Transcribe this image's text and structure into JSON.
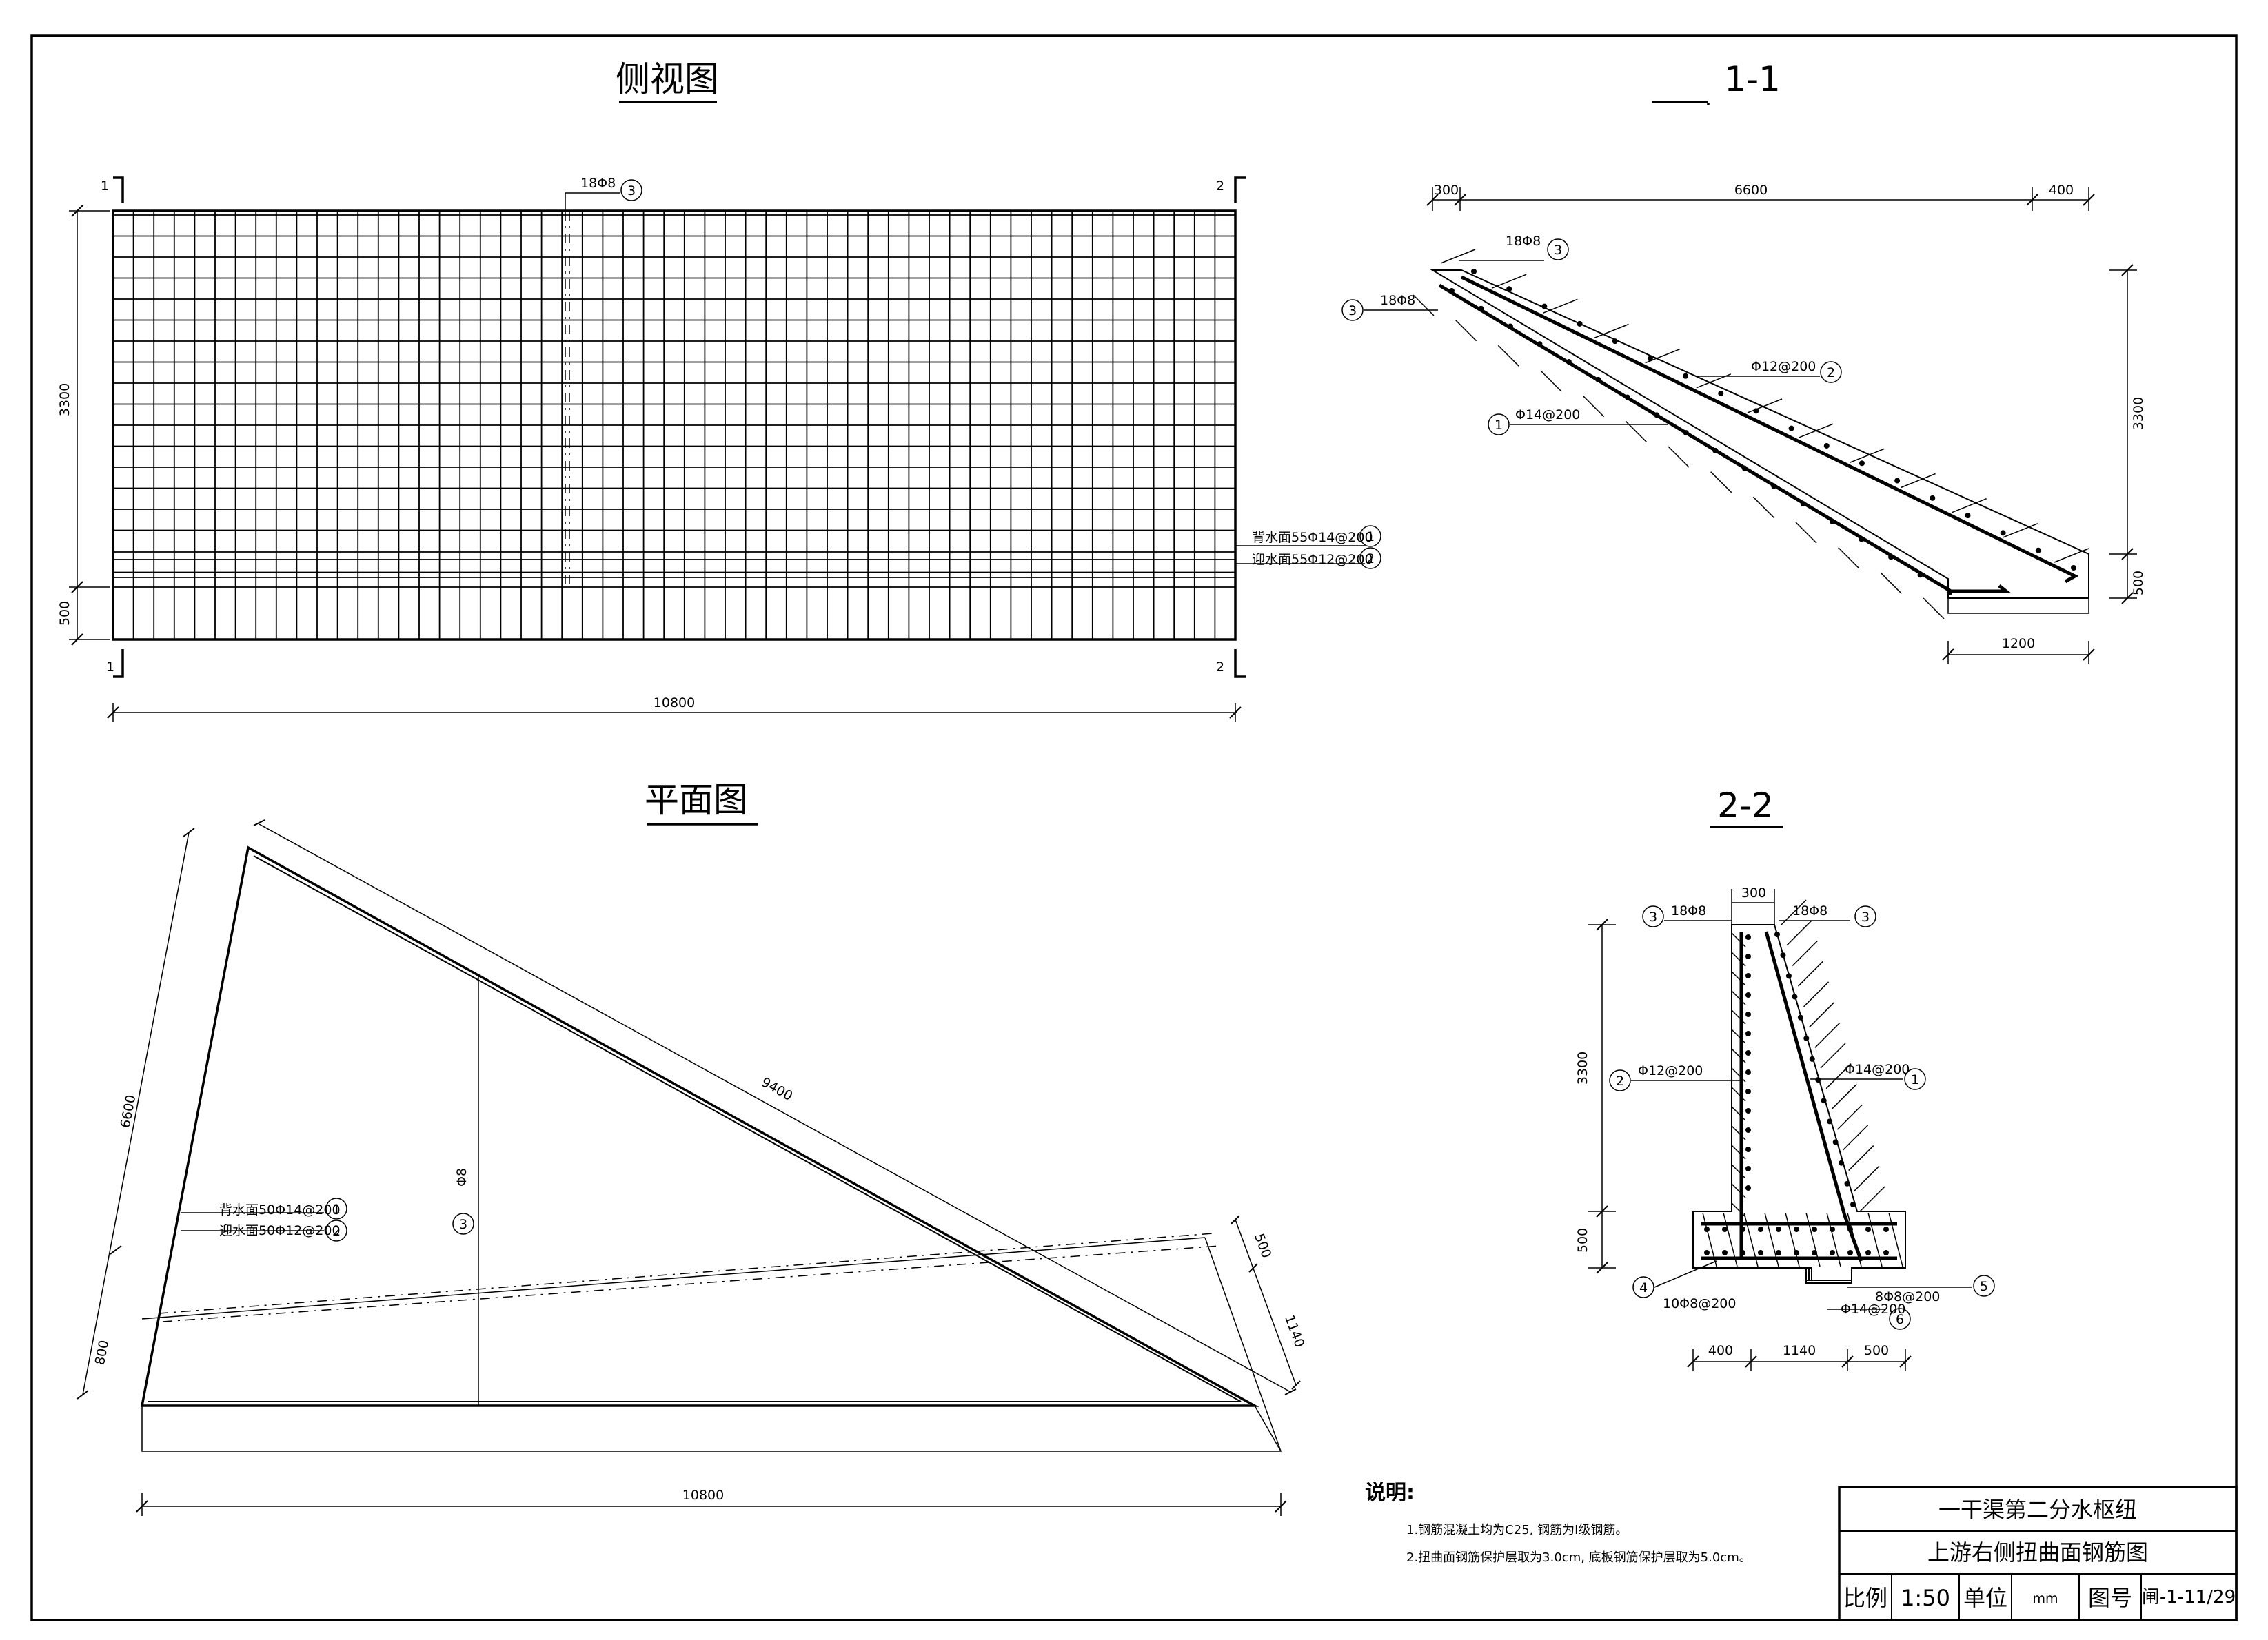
{
  "views": {
    "side_title": "侧视图",
    "section11_title": "1-1",
    "plan_title": "平面图",
    "section22_title": "2-2"
  },
  "side_view": {
    "marker_1_top": "1",
    "marker_2_top": "2",
    "marker_1_bottom": "1",
    "marker_2_bottom": "2",
    "rebar3_label": "18Φ8",
    "rebar3_num": "3",
    "height_upper": "3300",
    "height_lower": "500",
    "width": "10800",
    "label_back": "背水面55Φ14@200",
    "label_back_num": "1",
    "label_front": "迎水面55Φ12@200",
    "label_front_num": "2"
  },
  "section_11": {
    "dim_left": "300",
    "dim_mid": "6600",
    "dim_right": "400",
    "dim_height": "3300",
    "dim_base": "500",
    "dim_bottom": "1200",
    "r3a_label": "18Φ8",
    "r3a_num": "3",
    "r3b_label": "18Φ8",
    "r3b_num": "3",
    "r2_label": "Φ12@200",
    "r2_num": "2",
    "r1_label": "Φ14@200",
    "r1_num": "1"
  },
  "plan_view": {
    "dim_left": "6600",
    "dim_left_lower": "800",
    "dim_hyp": "9400",
    "dim_right_upper": "500",
    "dim_right_lower": "1140",
    "width": "10800",
    "label_back": "背水面50Φ14@200",
    "label_back_num": "1",
    "label_front": "迎水面50Φ12@200",
    "label_front_num": "2",
    "vertical_bar_label": "Φ8",
    "vertical_bar_num": "3"
  },
  "section_22": {
    "dim_top": "300",
    "r3l_label": "18Φ8",
    "r3l_num": "3",
    "r3r_label": "18Φ8",
    "r3r_num": "3",
    "dim_height": "3300",
    "dim_base": "500",
    "r2_label": "Φ12@200",
    "r2_num": "2",
    "r1_label": "Φ14@200",
    "r1_num": "1",
    "r4_label": "10Φ8@200",
    "r4_num": "4",
    "r5_label": "8Φ8@200",
    "r5_num": "5",
    "r6_label": "Φ14@200",
    "r6_num": "6",
    "dim_b1": "400",
    "dim_b2": "1140",
    "dim_b3": "500"
  },
  "notes": {
    "heading": "说明:",
    "line1": "1.钢筋混凝土均为C25, 钢筋为Ⅰ级钢筋。",
    "line2": "2.扭曲面钢筋保护层取为3.0cm, 底板钢筋保护层取为5.0cm。"
  },
  "title_block": {
    "project": "一干渠第二分水枢纽",
    "drawing": "上游右侧扭曲面钢筋图",
    "scale_label": "比例",
    "scale_value": "1:50",
    "unit_label": "单位",
    "unit_value": "mm",
    "no_label": "图号",
    "no_value": "闸-1-11/29"
  }
}
